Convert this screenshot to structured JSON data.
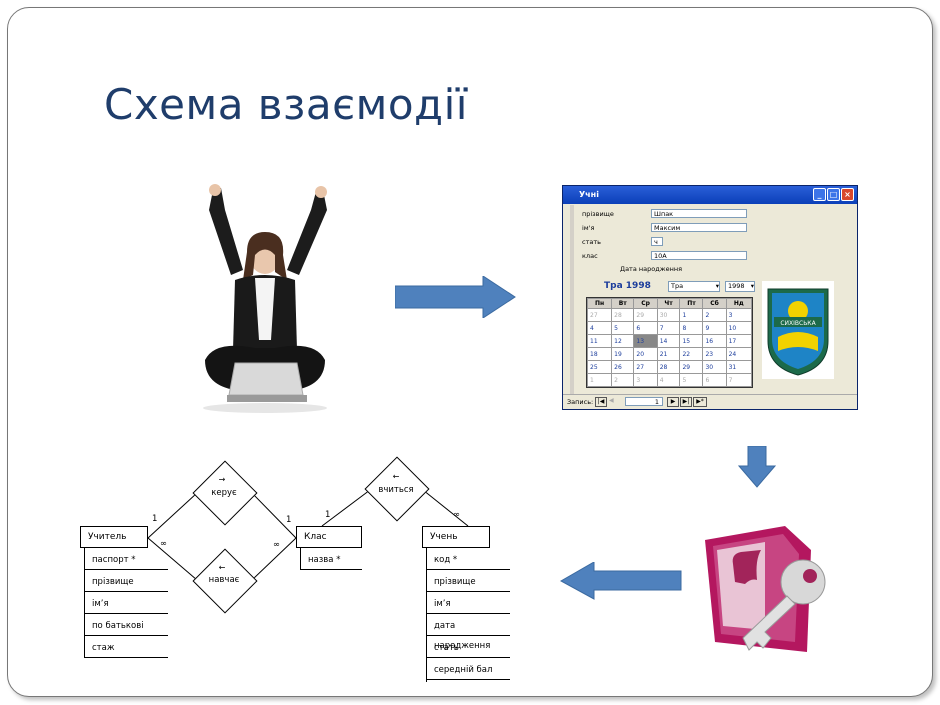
{
  "slide": {
    "title": "Схема взаємодії"
  },
  "form": {
    "window_title": "Учні",
    "fields": [
      {
        "label": "прізвище",
        "value": "Шпак"
      },
      {
        "label": "ім'я",
        "value": "Максим"
      },
      {
        "label": "стать",
        "value": "ч"
      },
      {
        "label": "клас",
        "value": "10А"
      }
    ],
    "dob_label": "Дата народження",
    "calendar": {
      "month_year": "Тра 1998",
      "month_select": "Тра",
      "year_select": "1998",
      "weekdays": [
        "Пн",
        "Вт",
        "Ср",
        "Чт",
        "Пт",
        "Сб",
        "Нд"
      ],
      "rows": [
        [
          "27",
          "28",
          "29",
          "30",
          "1",
          "2",
          "3"
        ],
        [
          "4",
          "5",
          "6",
          "7",
          "8",
          "9",
          "10"
        ],
        [
          "11",
          "12",
          "13",
          "14",
          "15",
          "16",
          "17"
        ],
        [
          "18",
          "19",
          "20",
          "21",
          "22",
          "23",
          "24"
        ],
        [
          "25",
          "26",
          "27",
          "28",
          "29",
          "30",
          "31"
        ],
        [
          "1",
          "2",
          "3",
          "4",
          "5",
          "6",
          "7"
        ]
      ],
      "selected": "13"
    },
    "emblem_text": "СИХІВСЬКА",
    "record_label": "Запись:",
    "record_number": "1"
  },
  "er": {
    "entities": {
      "teacher": {
        "name": "Учитель",
        "attrs": [
          "паспорт *",
          "прізвище",
          "ім’я",
          "по батькові",
          "стаж"
        ]
      },
      "class": {
        "name": "Клас",
        "attrs": [
          "назва *"
        ]
      },
      "student": {
        "name": "Учень",
        "attrs": [
          "код *",
          "прізвище",
          "ім’я",
          "дата народження",
          "стать",
          "середній бал"
        ]
      }
    },
    "relations": {
      "manages": "керує",
      "teaches": "навчає",
      "studies": "вчиться"
    },
    "cardinality": {
      "one": "1",
      "many": "∞"
    }
  },
  "colors": {
    "title": "#1f3d6b",
    "arrow": "#4f81bd",
    "access": "#a4155f"
  }
}
